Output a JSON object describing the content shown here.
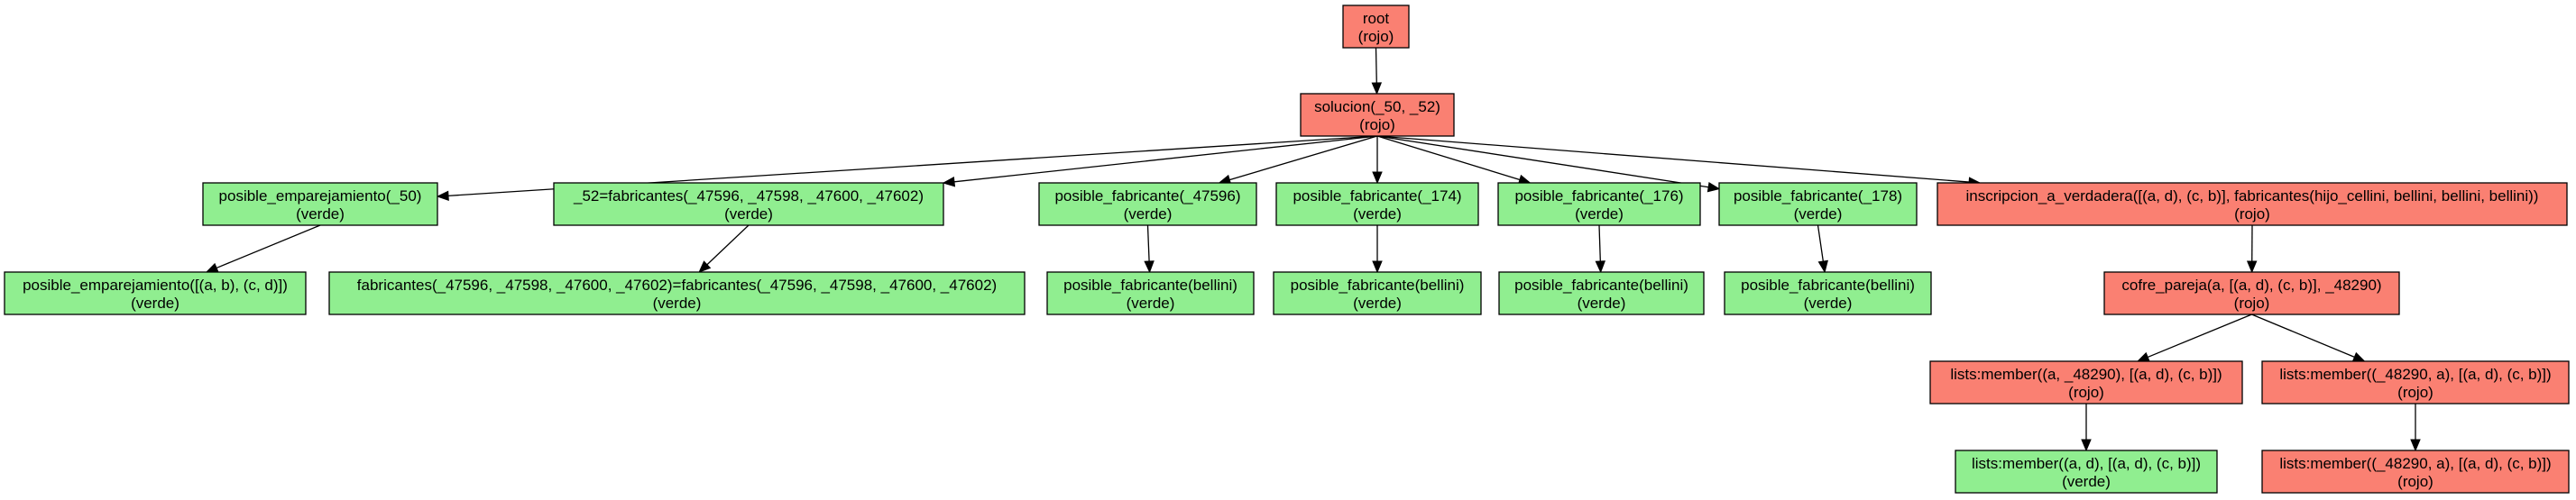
{
  "colors": {
    "rojo": "#fa8072",
    "verde": "#90ee90",
    "border": "#000000"
  },
  "nodes": [
    {
      "id": "n0",
      "line1": "root",
      "line2": "(rojo)",
      "status": "rojo"
    },
    {
      "id": "n1",
      "line1": "solucion(_50, _52)",
      "line2": "(rojo)",
      "status": "rojo"
    },
    {
      "id": "n2",
      "line1": "posible_emparejamiento(_50)",
      "line2": "(verde)",
      "status": "verde"
    },
    {
      "id": "n3",
      "line1": "_52=fabricantes(_47596, _47598, _47600, _47602)",
      "line2": "(verde)",
      "status": "verde"
    },
    {
      "id": "n4",
      "line1": "posible_fabricante(_47596)",
      "line2": "(verde)",
      "status": "verde"
    },
    {
      "id": "n5",
      "line1": "posible_fabricante(_174)",
      "line2": "(verde)",
      "status": "verde"
    },
    {
      "id": "n6",
      "line1": "posible_fabricante(_176)",
      "line2": "(verde)",
      "status": "verde"
    },
    {
      "id": "n7",
      "line1": "posible_fabricante(_178)",
      "line2": "(verde)",
      "status": "verde"
    },
    {
      "id": "n8",
      "line1": "inscripcion_a_verdadera([(a, d), (c, b)], fabricantes(hijo_cellini, bellini, bellini, bellini))",
      "line2": "(rojo)",
      "status": "rojo"
    },
    {
      "id": "n9",
      "line1": "posible_emparejamiento([(a, b), (c, d)])",
      "line2": "(verde)",
      "status": "verde"
    },
    {
      "id": "n10",
      "line1": "fabricantes(_47596, _47598, _47600, _47602)=fabricantes(_47596, _47598, _47600, _47602)",
      "line2": "(verde)",
      "status": "verde"
    },
    {
      "id": "n11",
      "line1": "posible_fabricante(bellini)",
      "line2": "(verde)",
      "status": "verde"
    },
    {
      "id": "n12",
      "line1": "posible_fabricante(bellini)",
      "line2": "(verde)",
      "status": "verde"
    },
    {
      "id": "n13",
      "line1": "posible_fabricante(bellini)",
      "line2": "(verde)",
      "status": "verde"
    },
    {
      "id": "n14",
      "line1": "posible_fabricante(bellini)",
      "line2": "(verde)",
      "status": "verde"
    },
    {
      "id": "n15",
      "line1": "cofre_pareja(a, [(a, d), (c, b)], _48290)",
      "line2": "(rojo)",
      "status": "rojo"
    },
    {
      "id": "n16",
      "line1": "lists:member((a, _48290), [(a, d), (c, b)])",
      "line2": "(rojo)",
      "status": "rojo"
    },
    {
      "id": "n17",
      "line1": "lists:member((_48290, a), [(a, d), (c, b)])",
      "line2": "(rojo)",
      "status": "rojo"
    },
    {
      "id": "n18",
      "line1": "lists:member((a, d), [(a, d), (c, b)])",
      "line2": "(verde)",
      "status": "verde"
    },
    {
      "id": "n19",
      "line1": "lists:member((_48290, a), [(a, d), (c, b)])",
      "line2": "(rojo)",
      "status": "rojo"
    }
  ],
  "edges": [
    [
      "n0",
      "n1"
    ],
    [
      "n1",
      "n2"
    ],
    [
      "n1",
      "n3"
    ],
    [
      "n1",
      "n4"
    ],
    [
      "n1",
      "n5"
    ],
    [
      "n1",
      "n6"
    ],
    [
      "n1",
      "n7"
    ],
    [
      "n1",
      "n8"
    ],
    [
      "n2",
      "n9"
    ],
    [
      "n3",
      "n10"
    ],
    [
      "n4",
      "n11"
    ],
    [
      "n5",
      "n12"
    ],
    [
      "n6",
      "n13"
    ],
    [
      "n7",
      "n14"
    ],
    [
      "n8",
      "n15"
    ],
    [
      "n15",
      "n16"
    ],
    [
      "n15",
      "n17"
    ],
    [
      "n16",
      "n18"
    ],
    [
      "n17",
      "n19"
    ]
  ]
}
